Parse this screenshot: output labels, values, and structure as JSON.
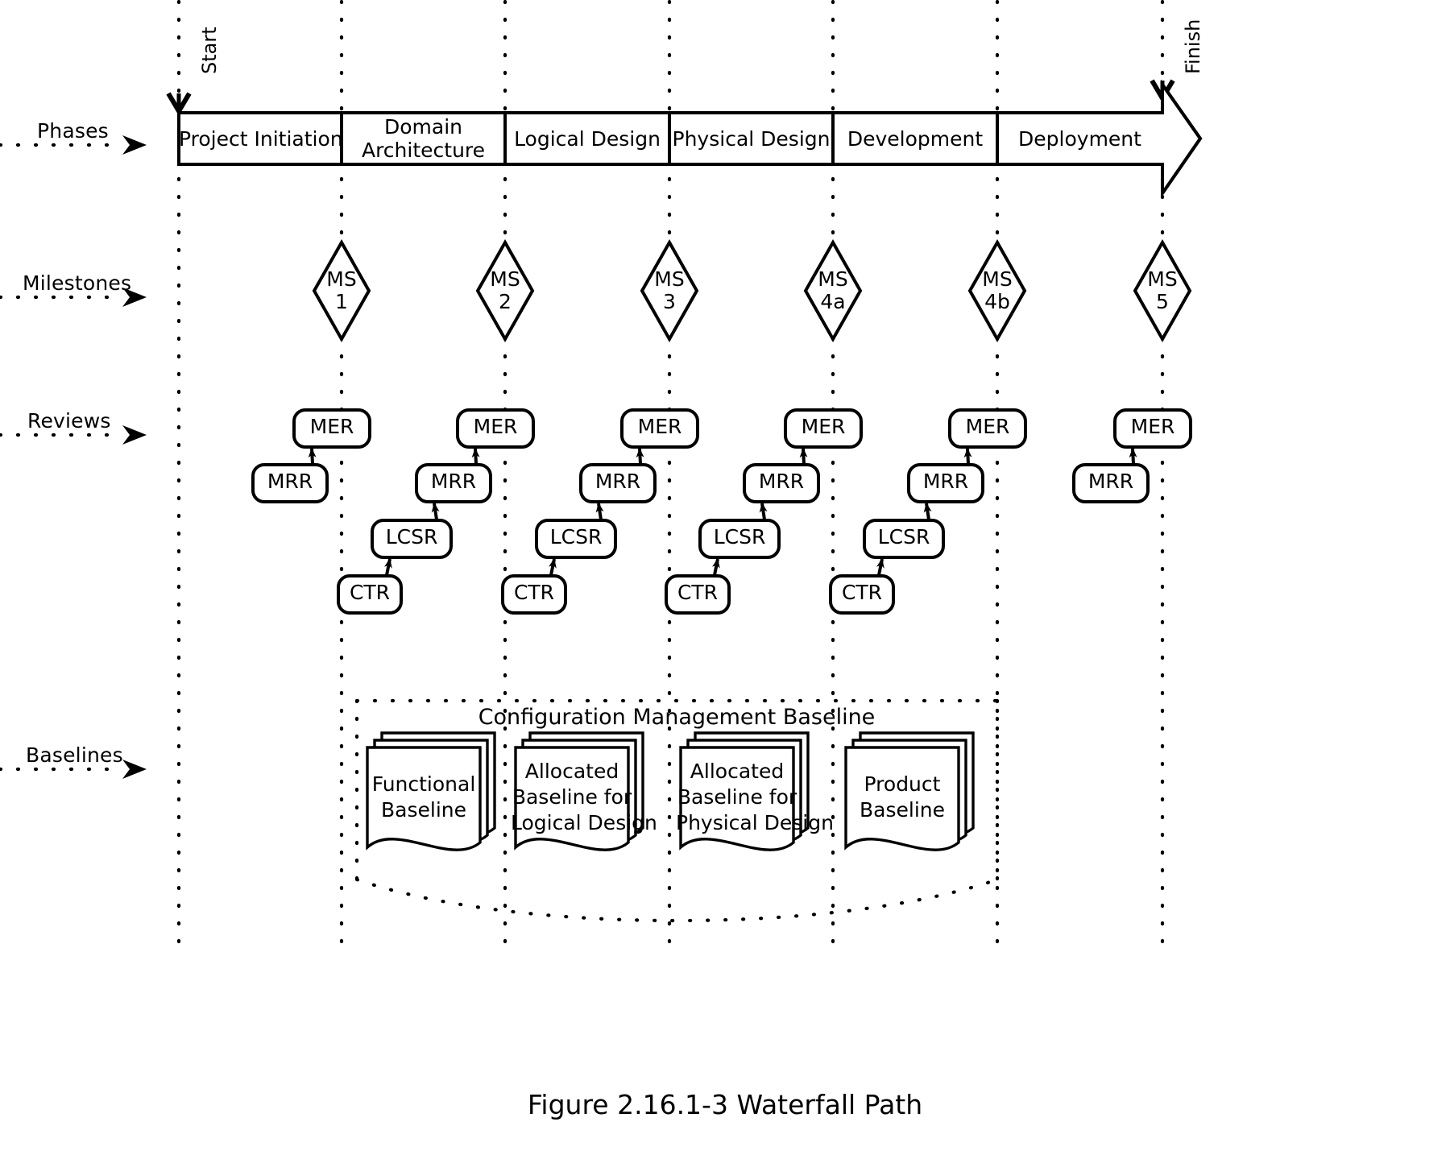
{
  "figure": {
    "caption": "Figure 2.16.1-3 Waterfall Path"
  },
  "timeline": {
    "start_label": "Start",
    "finish_label": "Finish"
  },
  "row_labels": [
    {
      "key": "phases",
      "label": "Phases"
    },
    {
      "key": "milestones",
      "label": "Milestones"
    },
    {
      "key": "reviews",
      "label": "Reviews"
    },
    {
      "key": "baselines",
      "label": "Baselines"
    }
  ],
  "phases": [
    {
      "label": "Project Initiation"
    },
    {
      "label": "Domain\nArchitecture"
    },
    {
      "label": "Logical Design"
    },
    {
      "label": "Physical Design"
    },
    {
      "label": "Development"
    },
    {
      "label": "Deployment"
    }
  ],
  "milestones": [
    {
      "line1": "MS",
      "line2": "1"
    },
    {
      "line1": "MS",
      "line2": "2"
    },
    {
      "line1": "MS",
      "line2": "3"
    },
    {
      "line1": "MS",
      "line2": "4a"
    },
    {
      "line1": "MS",
      "line2": "4b"
    },
    {
      "line1": "MS",
      "line2": "5"
    }
  ],
  "reviews": {
    "columns": [
      {
        "items": [
          "MER",
          "MRR"
        ]
      },
      {
        "items": [
          "MER",
          "MRR",
          "LCSR",
          "CTR"
        ]
      },
      {
        "items": [
          "MER",
          "MRR",
          "LCSR",
          "CTR"
        ]
      },
      {
        "items": [
          "MER",
          "MRR",
          "LCSR",
          "CTR"
        ]
      },
      {
        "items": [
          "MER",
          "MRR",
          "LCSR",
          "CTR"
        ]
      },
      {
        "items": [
          "MER",
          "MRR"
        ]
      }
    ]
  },
  "baselines": {
    "group_title": "Configuration Management Baseline",
    "documents": [
      {
        "label": "Functional\nBaseline"
      },
      {
        "label": "Allocated\nBaseline for\nLogical Design"
      },
      {
        "label": "Allocated\nBaseline for\nPhysical Design"
      },
      {
        "label": "Product\nBaseline"
      }
    ]
  },
  "colors": {
    "stroke": "#000000",
    "background": "#ffffff"
  }
}
